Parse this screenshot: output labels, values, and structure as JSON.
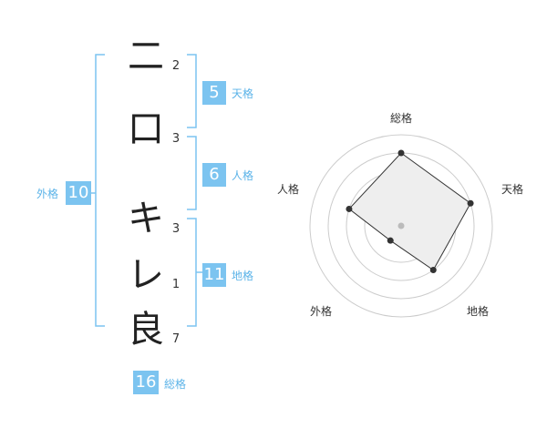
{
  "name": {
    "characters": [
      {
        "char": "二",
        "strokes": "2"
      },
      {
        "char": "口",
        "strokes": "3"
      },
      {
        "char": "キ",
        "strokes": "3"
      },
      {
        "char": "レ",
        "strokes": "1"
      },
      {
        "char": "良",
        "strokes": "7"
      }
    ]
  },
  "fortune": {
    "tenkaku": {
      "value": "5",
      "label": "天格"
    },
    "jinkaku": {
      "value": "6",
      "label": "人格"
    },
    "chikaku": {
      "value": "11",
      "label": "地格"
    },
    "gaikaku": {
      "value": "10",
      "label": "外格"
    },
    "soukaku": {
      "value": "16",
      "label": "総格"
    }
  },
  "radar": {
    "axes": [
      "総格",
      "天格",
      "地格",
      "外格",
      "人格"
    ],
    "scale_max": 5,
    "values": [
      4,
      4,
      3,
      1,
      3
    ],
    "colors": {
      "fill": "#eeeeee",
      "line": "#333333",
      "grid": "#cccccc",
      "point": "#333333",
      "center": "#bbbbbb"
    }
  },
  "colors": {
    "accent": "#7cc4f0",
    "bracket": "#7cc4f0"
  }
}
